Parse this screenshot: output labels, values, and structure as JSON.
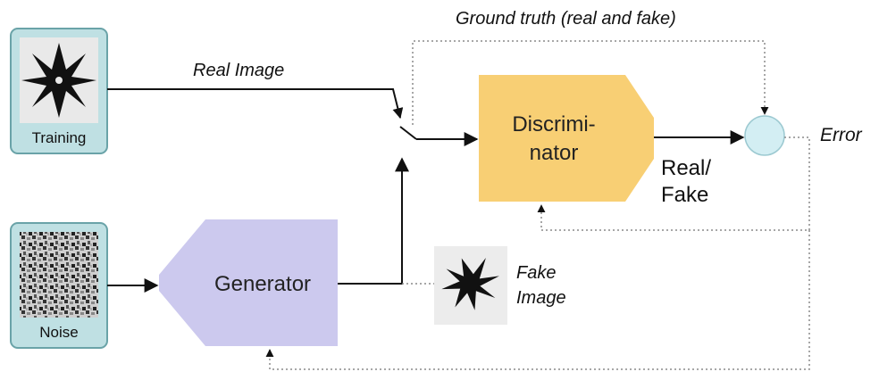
{
  "labels": {
    "ground_truth": "Ground truth (real and fake)",
    "real_image": "Real Image",
    "training": "Training",
    "noise": "Noise",
    "discriminator_line1": "Discrimi-",
    "discriminator_line2": "nator",
    "generator": "Generator",
    "real_fake_line1": "Real/",
    "real_fake_line2": "Fake",
    "error": "Error",
    "fake_image_line1": "Fake",
    "fake_image_line2": "Image"
  },
  "colors": {
    "input_box_fill": "#bfe0e3",
    "input_box_border": "#6aa3a8",
    "discriminator_fill": "#f8cf74",
    "generator_fill": "#ccc9ee",
    "error_node_fill": "#d3eef3",
    "error_node_border": "#9cc9d1",
    "line_color": "#111111",
    "feedback_line_color": "#8a8a8a"
  },
  "icons": {
    "training_image": "star-shape-icon",
    "noise_image": "noise-pattern-icon",
    "fake_image": "fake-star-shape-icon"
  }
}
